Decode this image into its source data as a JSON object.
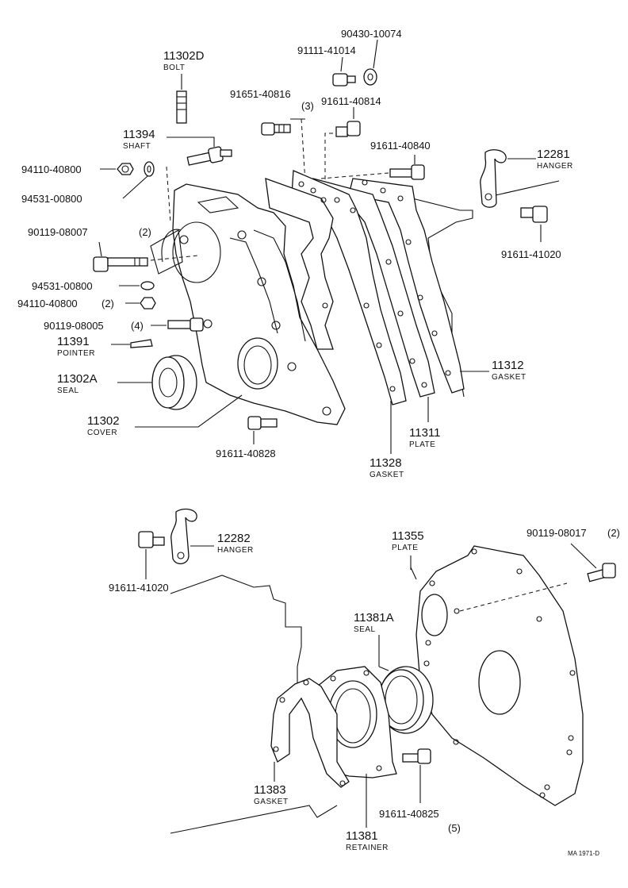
{
  "parts": {
    "p11302D": {
      "number": "11302D",
      "name": "BOLT"
    },
    "p90430": {
      "number": "90430-10074"
    },
    "p91111": {
      "number": "91111-41014"
    },
    "p91651": {
      "number": "91651-40816",
      "qty": "(3)"
    },
    "p91611_40814": {
      "number": "91611-40814"
    },
    "p11394": {
      "number": "11394",
      "name": "SHAFT"
    },
    "p94110_a": {
      "number": "94110-40800"
    },
    "p94531_a": {
      "number": "94531-00800"
    },
    "p91611_40840": {
      "number": "91611-40840"
    },
    "p12281": {
      "number": "12281",
      "name": "HANGER"
    },
    "p91611_41020_a": {
      "number": "91611-41020"
    },
    "p90119_08007": {
      "number": "90119-08007",
      "qty": "(2)"
    },
    "p94531_b": {
      "number": "94531-00800"
    },
    "p94110_b": {
      "number": "94110-40800",
      "qty": "(2)"
    },
    "p90119_08005": {
      "number": "90119-08005",
      "qty": "(4)"
    },
    "p11391": {
      "number": "11391",
      "name": "POINTER"
    },
    "p11302A": {
      "number": "11302A",
      "name": "SEAL"
    },
    "p11302": {
      "number": "11302",
      "name": "COVER"
    },
    "p91611_40828": {
      "number": "91611-40828"
    },
    "p11312": {
      "number": "11312",
      "name": "GASKET"
    },
    "p11311": {
      "number": "11311",
      "name": "PLATE"
    },
    "p11328": {
      "number": "11328",
      "name": "GASKET"
    },
    "p12282": {
      "number": "12282",
      "name": "HANGER"
    },
    "p91611_41020_b": {
      "number": "91611-41020"
    },
    "p11355": {
      "number": "11355",
      "name": "PLATE"
    },
    "p90119_08017": {
      "number": "90119-08017",
      "qty": "(2)"
    },
    "p11381A": {
      "number": "11381A",
      "name": "SEAL"
    },
    "p11383": {
      "number": "11383",
      "name": "GASKET"
    },
    "p91611_40825": {
      "number": "91611-40825",
      "qty": "(5)"
    },
    "p11381": {
      "number": "11381",
      "name": "RETAINER"
    }
  },
  "footer": {
    "ref": "MA 1971-D"
  }
}
